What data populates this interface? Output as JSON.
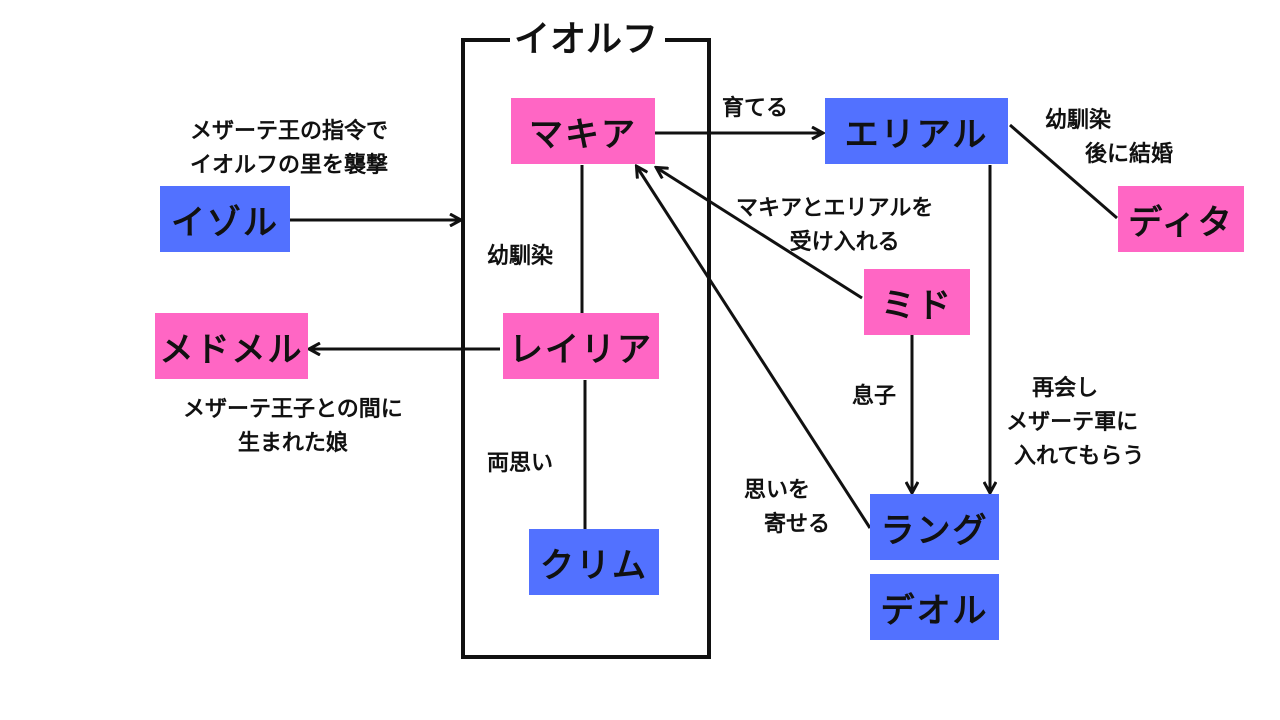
{
  "colors": {
    "female": "#ff66c4",
    "male": "#5271ff",
    "line": "#111111"
  },
  "group": {
    "title": "イオルフ"
  },
  "nodes": {
    "makia": {
      "name": "マキア",
      "gender": "female"
    },
    "erial": {
      "name": "エリアル",
      "gender": "male"
    },
    "dita": {
      "name": "ディタ",
      "gender": "female"
    },
    "izol": {
      "name": "イゾル",
      "gender": "male"
    },
    "medmel": {
      "name": "メドメル",
      "gender": "female"
    },
    "leilia": {
      "name": "レイリア",
      "gender": "female"
    },
    "krim": {
      "name": "クリム",
      "gender": "male"
    },
    "mido": {
      "name": "ミド",
      "gender": "female"
    },
    "lang": {
      "name": "ラング",
      "gender": "male"
    },
    "deol": {
      "name": "デオル",
      "gender": "male"
    }
  },
  "edges": {
    "izol_group": {
      "line1": "メザーテ王の指令で",
      "line2": "イオルフの里を襲撃"
    },
    "makia_erial": {
      "text": "育てる"
    },
    "erial_dita": {
      "line1": "幼馴染",
      "line2": "後に結婚"
    },
    "makia_leilia": {
      "text": "幼馴染"
    },
    "leilia_medmel": {
      "line1": "メザーテ王子との間に",
      "line2": "生まれた娘"
    },
    "leilia_krim": {
      "text": "両思い"
    },
    "mido_makia": {
      "line1": "マキアとエリアルを",
      "line2": "受け入れる"
    },
    "mido_lang": {
      "text": "息子"
    },
    "erial_lang": {
      "line1": "再会し",
      "line2": "メザーテ軍に",
      "line3": "入れてもらう"
    },
    "lang_makia": {
      "line1": "思いを",
      "line2": "寄せる"
    }
  }
}
